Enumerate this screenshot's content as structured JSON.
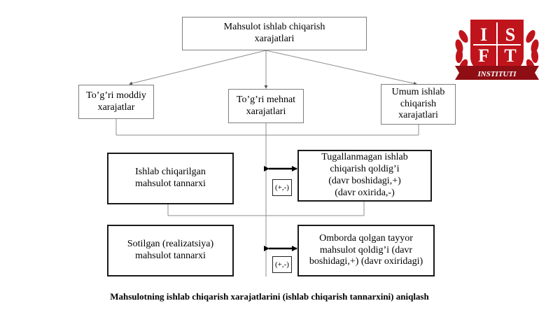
{
  "diagram": {
    "top_box": "Mahsulot ishlab chiqarish\nxarajatlari",
    "direct_material": "To’g’ri moddiy\nxarajatlar",
    "direct_labor": "To’g’ri mehnat\nxarajatlari",
    "overhead": "Umum ishlab\nchiqarish\nxarajatlari",
    "product_cost": "Ishlab chiqarilgan\nmahsulot tannarxi",
    "wip": "Tugallanmagan ishlab\nchiqarish qoldig’i\n(davr boshidagi,+)\n(davr oxirida,-)",
    "sold_cost": "Sotilgan (realizatsiya)\nmahsulot tannarxi",
    "finished_goods": "Omborda qolgan tayyor\nmahsulot qoldig’i (davr\nboshidagi,+) (davr oxiridagi)",
    "sign_1": "(+,-)",
    "sign_2": "(+,-)"
  },
  "caption": "Mahsulotning ishlab chiqarish xarajatlarini  (ishlab chiqarish tannarxini) aniqlash",
  "logo": {
    "letters": [
      "I",
      "S",
      "F",
      "T"
    ],
    "banner": "INSTITUTI",
    "red": "#c0141c",
    "dark_red": "#8e0e14"
  },
  "colors": {
    "line": "#8c8c8c",
    "thick_border": "#1a1a1a"
  }
}
